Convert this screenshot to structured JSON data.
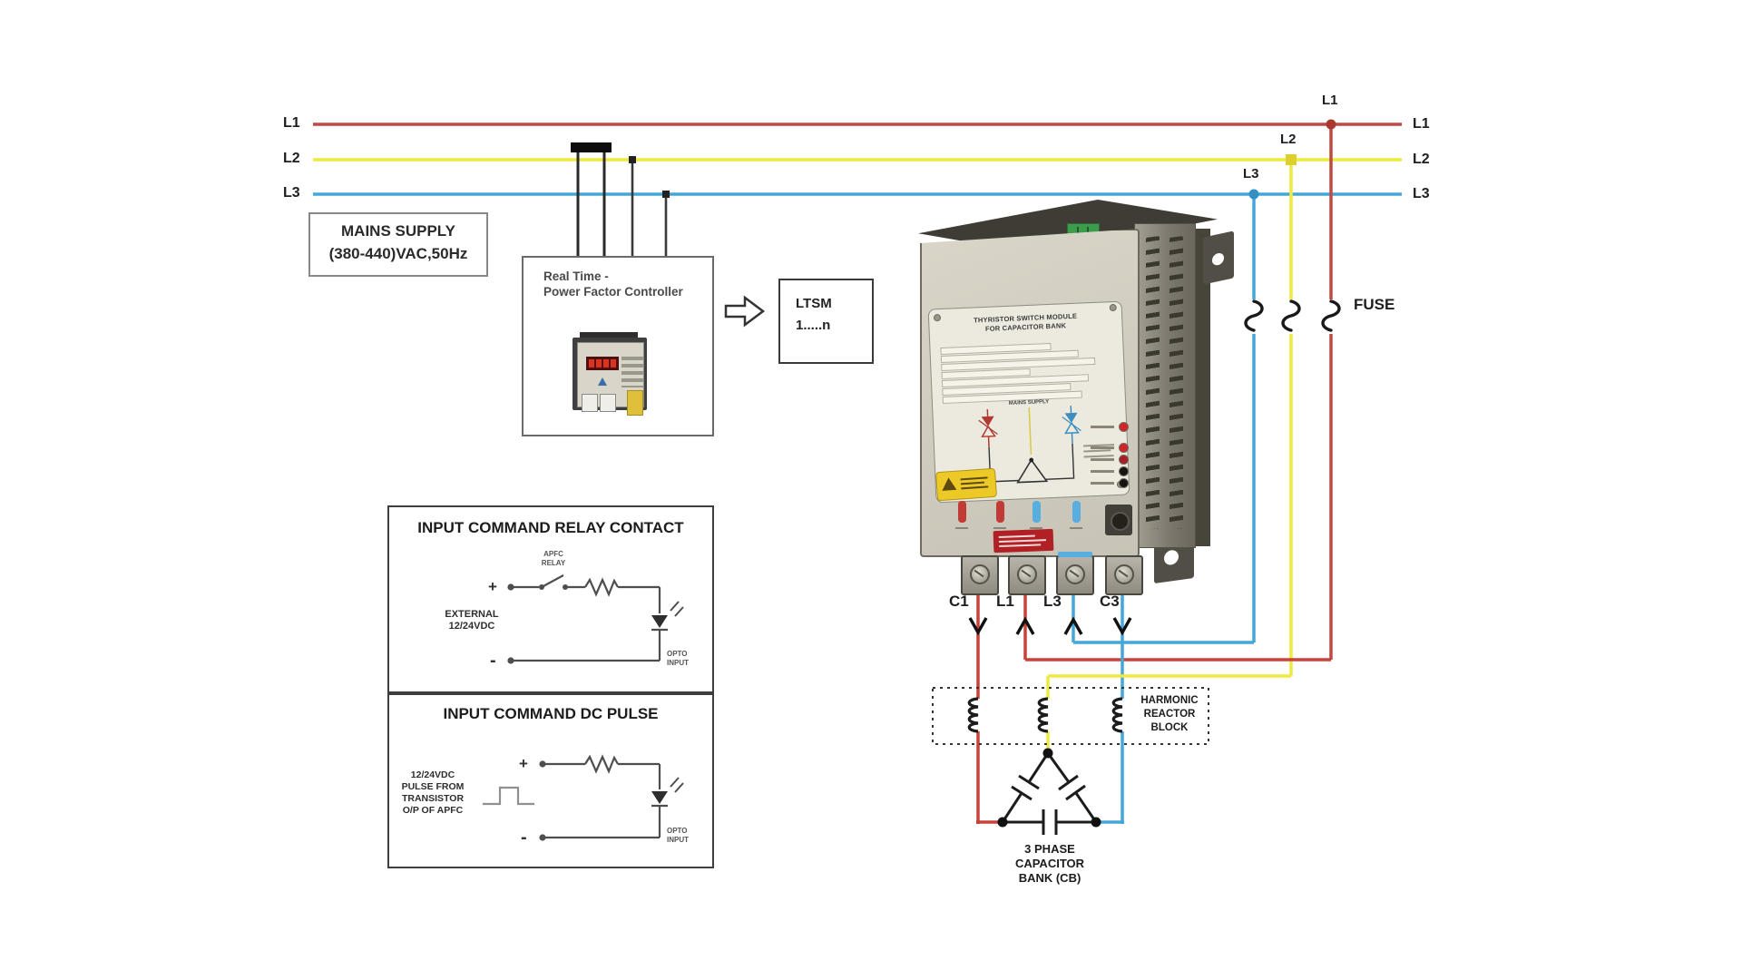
{
  "mains": {
    "left": [
      "L1",
      "L2",
      "L3"
    ],
    "right": [
      "L1",
      "L2",
      "L3"
    ],
    "taps": [
      "L1",
      "L2",
      "L3"
    ],
    "supply_line1": "MAINS SUPPLY",
    "supply_line2": "(380-440)VAC,50Hz",
    "fuse": "FUSE"
  },
  "controller": {
    "line1": "Real Time -",
    "line2": "Power Factor Controller"
  },
  "ltsm": {
    "line1": "LTSM",
    "line2": "1.....n"
  },
  "module": {
    "title1": "THYRISTOR SWITCH MODULE",
    "title2": "FOR CAPACITOR BANK",
    "printed": "MAINS SUPPLY",
    "terminals": [
      "C1",
      "L1",
      "L3",
      "C3"
    ]
  },
  "reactor": [
    "HARMONIC",
    "REACTOR",
    "BLOCK"
  ],
  "capbank": [
    "3 PHASE",
    "CAPACITOR",
    "BANK (CB)"
  ],
  "relay_box": {
    "title": "INPUT COMMAND RELAY CONTACT",
    "apfc1": "APFC",
    "apfc2": "RELAY",
    "ext1": "EXTERNAL",
    "ext2": "12/24VDC",
    "plus": "+",
    "minus": "-",
    "opto1": "OPTO",
    "opto2": "INPUT"
  },
  "pulse_box": {
    "title": "INPUT COMMAND DC PULSE",
    "src": [
      "12/24VDC",
      "PULSE FROM",
      "TRANSISTOR",
      "O/P OF APFC"
    ],
    "plus": "+",
    "minus": "-",
    "opto1": "OPTO",
    "opto2": "INPUT"
  },
  "colors": {
    "l1_red": "#c04a42",
    "l2_yellow": "#f0e93e",
    "l3_blue": "#45a7d9",
    "wire_red": "#c8423a",
    "wire_black": "#1c1c1c",
    "circuit": "#4e4e4e"
  }
}
